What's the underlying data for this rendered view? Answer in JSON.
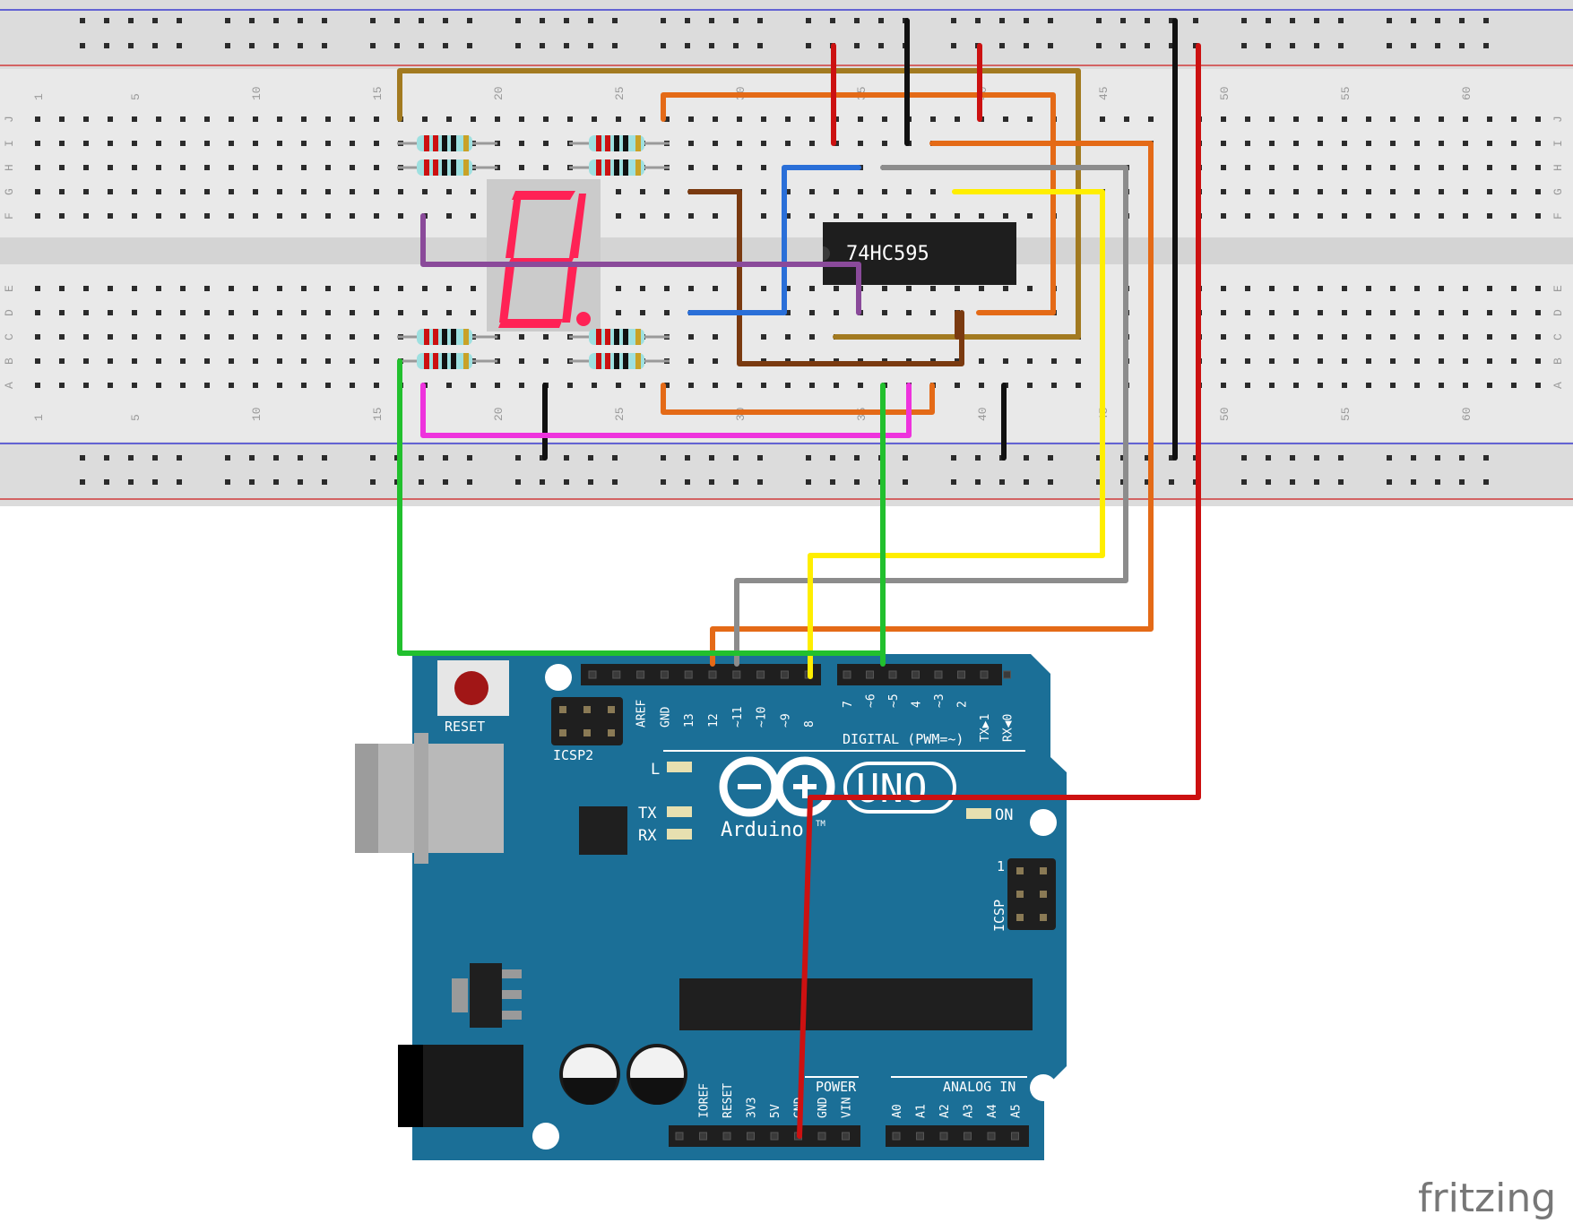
{
  "breadboard": {
    "column_numbers": [
      "1",
      "5",
      "10",
      "15",
      "20",
      "25",
      "30",
      "35",
      "40",
      "45",
      "50",
      "55",
      "60"
    ],
    "row_letters_top": [
      "J",
      "I",
      "H",
      "G",
      "F"
    ],
    "row_letters_bottom": [
      "E",
      "D",
      "C",
      "B",
      "A"
    ]
  },
  "components": {
    "ic_label": "74HC595",
    "display_digit": "8."
  },
  "arduino": {
    "reset_label": "RESET",
    "icsp2_label": "ICSP2",
    "icsp_label": "ICSP",
    "icsp_pin1": "1",
    "digital_label": "DIGITAL (PWM=~)",
    "power_label": "POWER",
    "analog_label": "ANALOG IN",
    "led_l": "L",
    "led_tx": "TX",
    "led_rx": "RX",
    "led_on": "ON",
    "brand": "Arduino",
    "brand_tm": "TM",
    "model": "UNO",
    "digital_pins_left": [
      "AREF",
      "GND",
      "13",
      "12",
      "~11",
      "~10",
      "~9",
      "8"
    ],
    "digital_pins_right": [
      "7",
      "~6",
      "~5",
      "4",
      "~3",
      "2",
      "TX▶1",
      "RX◀0"
    ],
    "power_pins": [
      "IOREF",
      "RESET",
      "3V3",
      "5V",
      "GND",
      "GND",
      "VIN"
    ],
    "analog_pins": [
      "A0",
      "A1",
      "A2",
      "A3",
      "A4",
      "A5"
    ]
  },
  "watermark": "fritzing",
  "colors": {
    "board_blue": "#1b6f97",
    "breadboard": "#e8e8e8",
    "segment_red": "#ff2255",
    "wire_green": "#22c02e",
    "wire_red": "#cc1111",
    "wire_black": "#111111",
    "wire_yellow": "#ffee00",
    "wire_gray": "#8c8c8c",
    "wire_orange": "#e46a17",
    "wire_brown": "#7a3a10",
    "wire_olive": "#a27a20",
    "wire_blue": "#2a6fd8",
    "wire_purple": "#8a4a9a",
    "wire_magenta": "#ee33dd"
  }
}
